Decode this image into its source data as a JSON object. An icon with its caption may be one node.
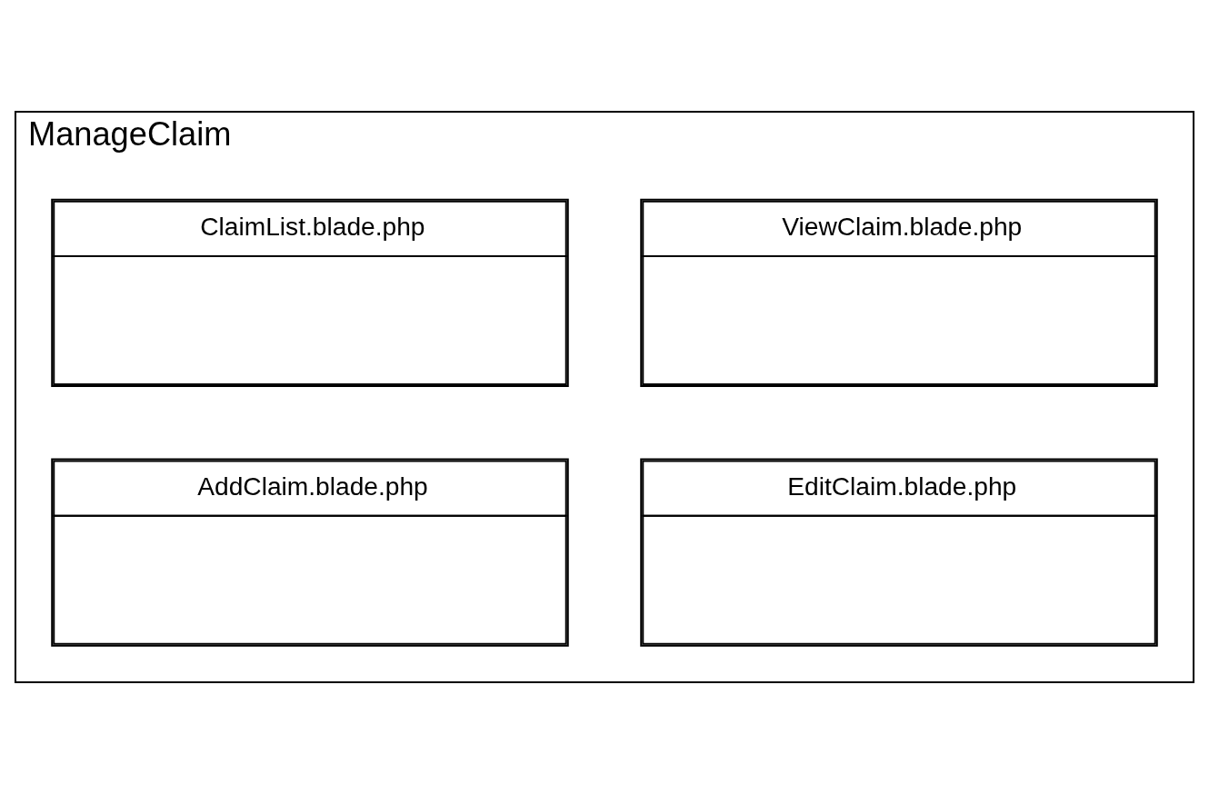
{
  "diagram": {
    "nodes": [
      {
        "text": [
          "ManageClaim"
        ]
      },
      {
        "text": [
          "ClaimList.blade.php"
        ],
        "in": 0
      },
      {
        "text": [
          "AddClaim.blade.php"
        ],
        "in": 0
      },
      {
        "text": [
          "ViewClaim.blade.php"
        ],
        "in": 0
      },
      {
        "text": [
          "EditClaim.blade.php"
        ],
        "in": 0
      }
    ]
  }
}
